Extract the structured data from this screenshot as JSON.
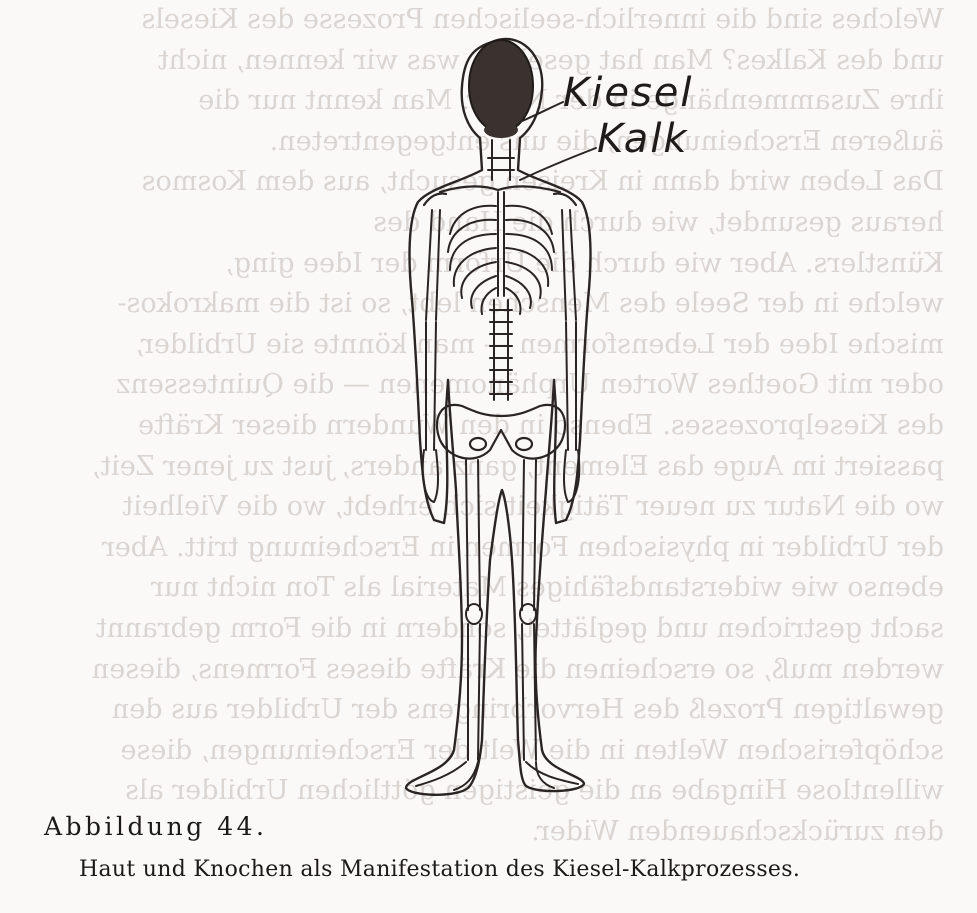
{
  "figure": {
    "labels": {
      "top": "Kiesel",
      "bottom": "Kalk"
    },
    "number": "Abbildung 44.",
    "caption": "Haut und Knochen als Manifestation des Kiesel-Kalkprozesses."
  },
  "bleed_through": [
    "Welches sind die innerlich-seelischen Prozesse des Kiesels",
    "und des Kalkes? Man hat gesehen, was wir kennen, nicht",
    "ihre Zusammenhänge in der Natur. Man kennt nur die",
    "äußeren Erscheinungen, die uns entgegentreten.",
    "Das Leben wird dann in Kreisen gesucht, aus dem Kosmos",
    "heraus gesundet, wie durch die Hand des",
    "Künstlers. Aber wie durch die Urform der Idee ging,",
    "welche in der Seele des Menschen lebt, so ist die makrokos-",
    "mische Idee der Lebensformen — man könnte sie Urbilder,",
    "oder mit Goethes Worten Urphänomenen — die Quintessenz",
    "des Kieselprozesses. Ebenso in den Wundern dieser Kräfte",
    "passiert im Auge das Element, ganz anders, just zu jener Zeit,",
    "wo die Natur zu neuer Tätigkeit sich erhebt, wo die Vielheit",
    "der Urbilder in physischen Formen in Erscheinung tritt. Aber",
    "ebenso wie widerstandsfähiges Material als Ton nicht nur",
    "sacht gestrichen und geglättet, sondern in die Form gebrannt",
    "werden muß, so erscheinen die Kräfte dieses Formens, diesen",
    "gewaltigen Prozeß des Hervorbringens der Urbilder aus den",
    "schöpferischen Welten in die Welt der Erscheinungen, diese",
    "willentlose Hingabe an die geistigen göttlichen Urbilder als",
    "den zurückschauenden Wider."
  ]
}
